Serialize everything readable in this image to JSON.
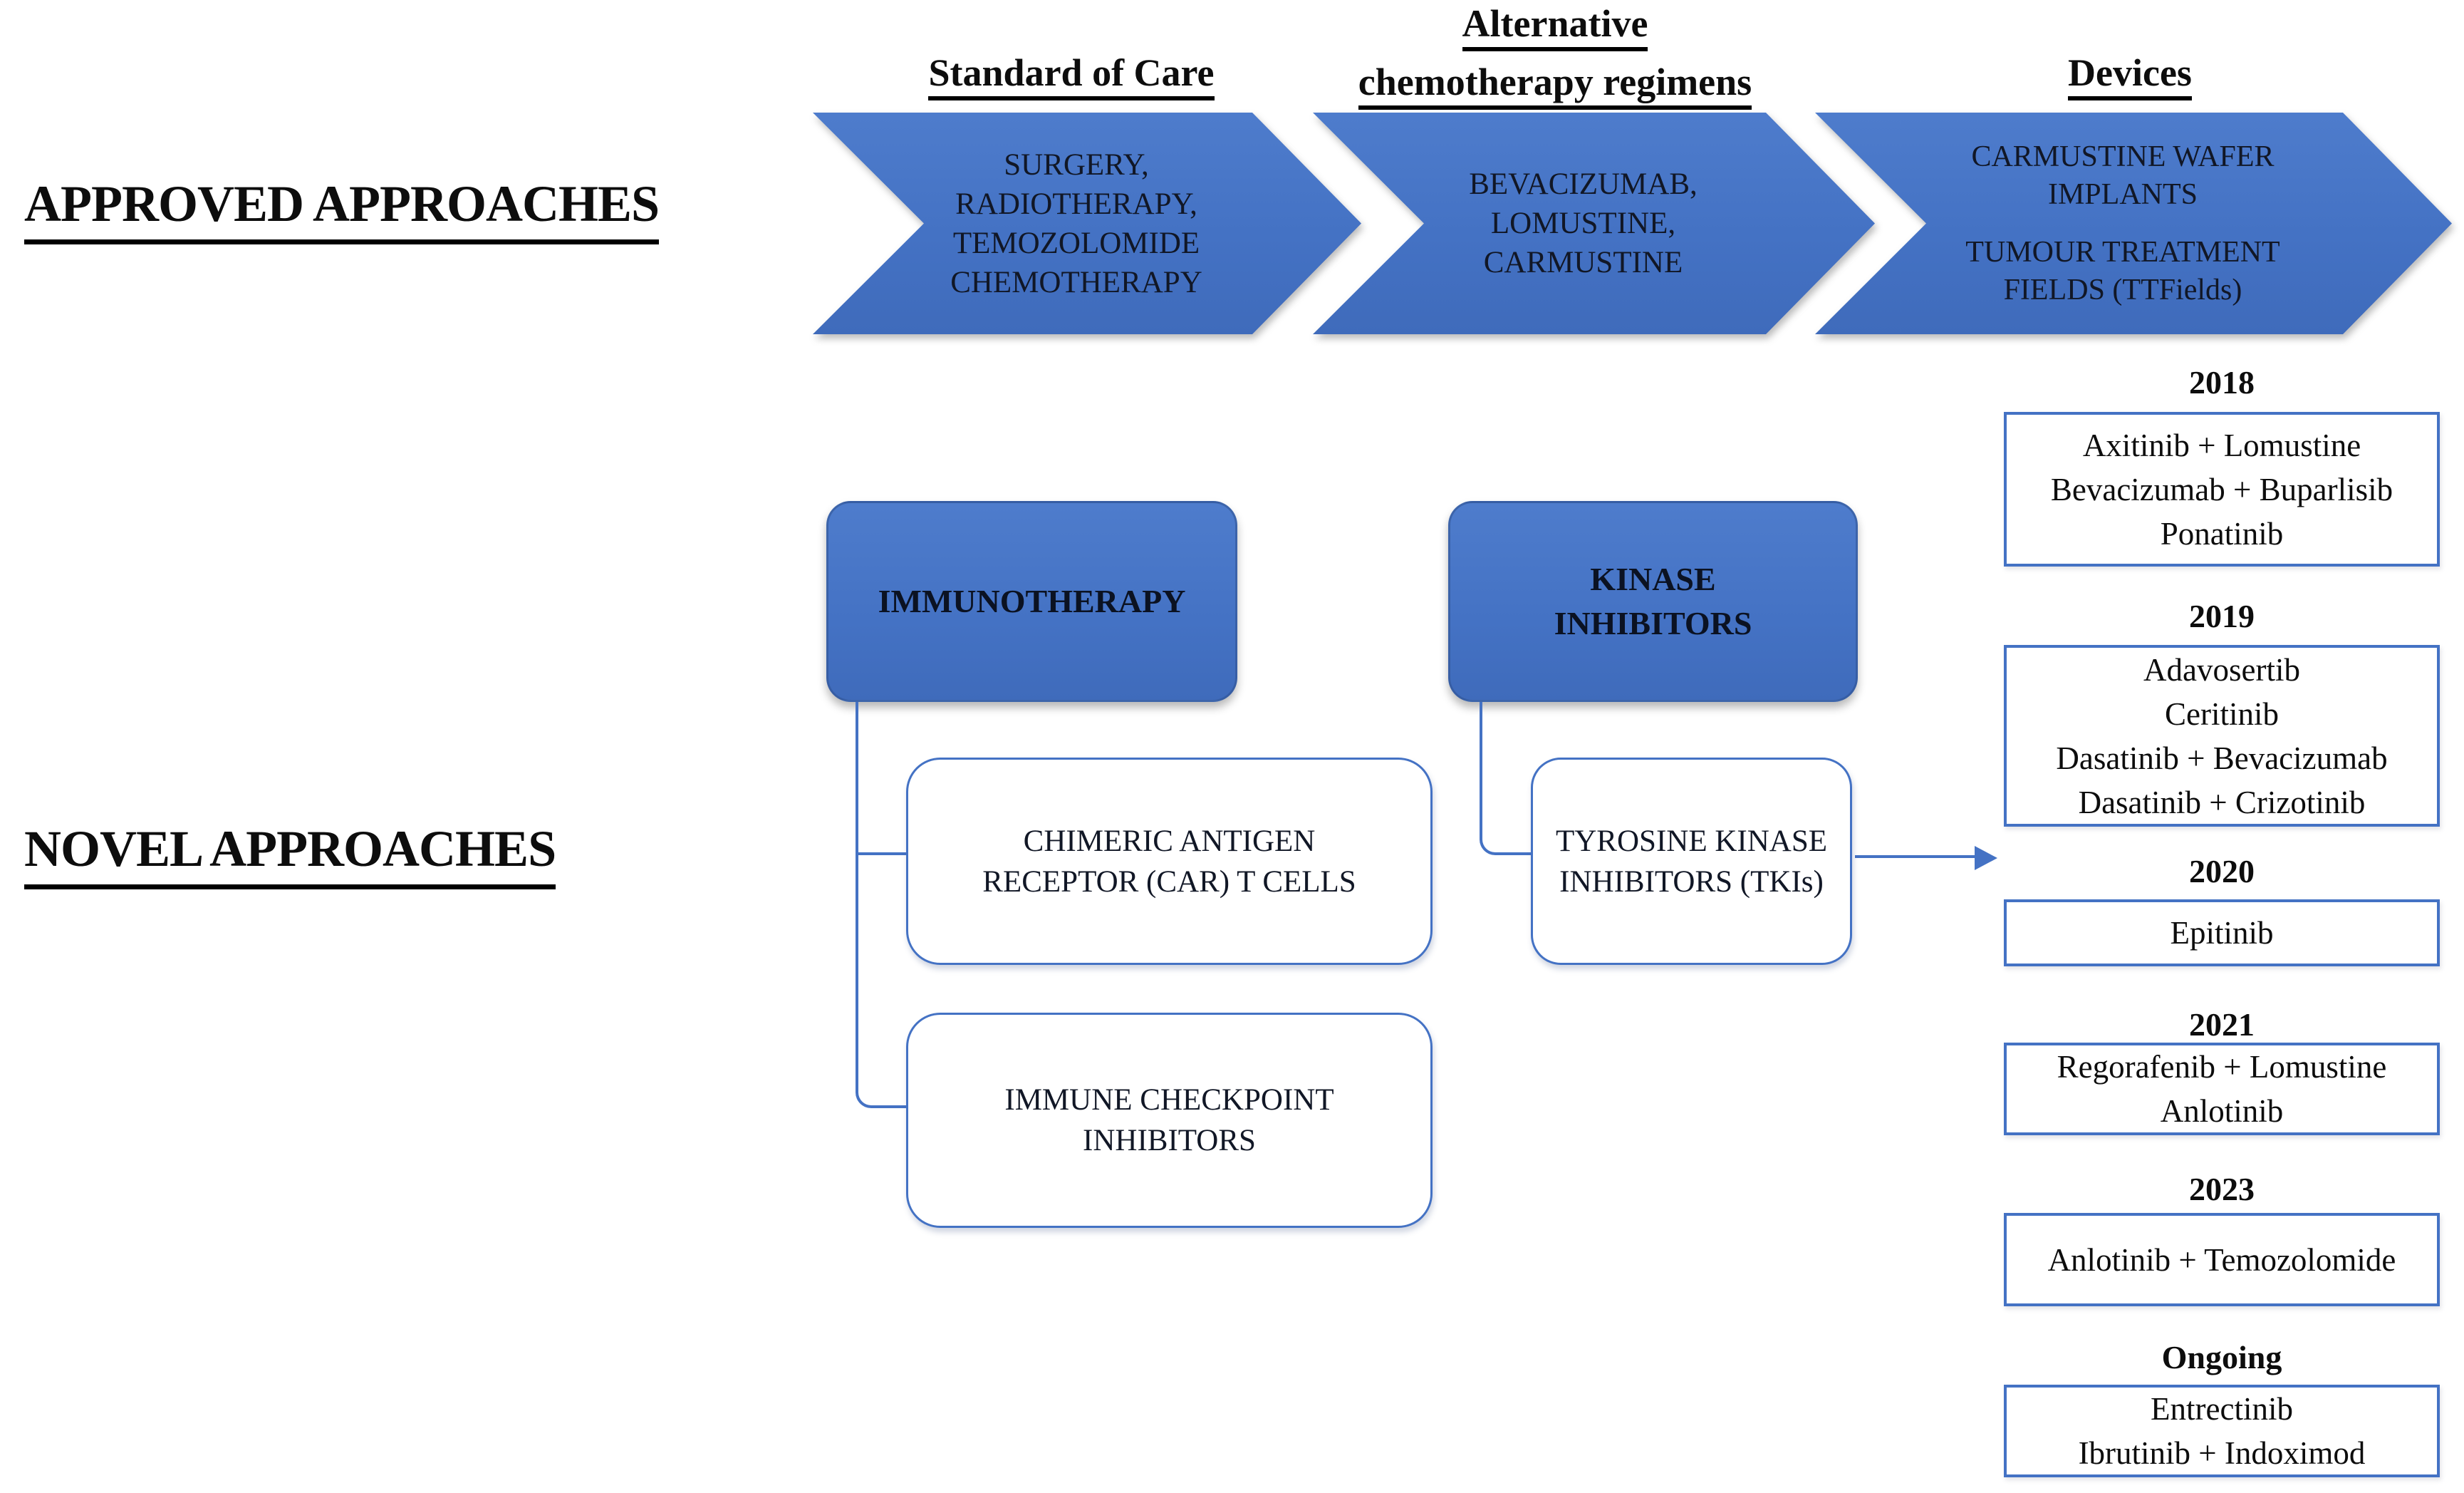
{
  "colors": {
    "arrow_blue": "#4472C4",
    "border_blue": "#2F528F",
    "text": "#0d0d0d"
  },
  "sections": {
    "approved": {
      "label": "APPROVED APPROACHES"
    },
    "novel": {
      "label": "NOVEL APPROACHES"
    }
  },
  "approved_columns": [
    {
      "header_lines": [
        "Standard of Care"
      ],
      "arrow_lines": [
        "SURGERY,",
        "RADIOTHERAPY,",
        "TEMOZOLOMIDE",
        "CHEMOTHERAPY"
      ]
    },
    {
      "header_lines": [
        "Alternative",
        "chemotherapy regimens"
      ],
      "arrow_lines": [
        "BEVACIZUMAB,",
        "LOMUSTINE,",
        "CARMUSTINE"
      ]
    },
    {
      "header_lines": [
        "Devices"
      ],
      "arrow_groups": [
        {
          "lines": [
            "CARMUSTINE WAFER",
            "IMPLANTS"
          ]
        },
        {
          "lines": [
            "TUMOUR TREATMENT",
            "FIELDS (TTFields)"
          ]
        }
      ]
    }
  ],
  "novel_tracks": [
    {
      "label_lines": [
        "IMMUNOTHERAPY"
      ],
      "children": [
        {
          "label_lines": [
            "CHIMERIC ANTIGEN",
            "RECEPTOR (CAR) T CELLS"
          ]
        },
        {
          "label_lines": [
            "IMMUNE CHECKPOINT",
            "INHIBITORS"
          ]
        }
      ]
    },
    {
      "label_lines": [
        "KINASE",
        "INHIBITORS"
      ],
      "children": [
        {
          "label_lines": [
            "TYROSINE KINASE",
            "INHIBITORS (TKIs)"
          ]
        }
      ]
    }
  ],
  "timeline": [
    {
      "year": "2018",
      "items": [
        "Axitinib + Lomustine",
        "Bevacizumab + Buparlisib",
        "Ponatinib"
      ]
    },
    {
      "year": "2019",
      "items": [
        "Adavosertib",
        "Ceritinib",
        "Dasatinib + Bevacizumab",
        "Dasatinib + Crizotinib"
      ]
    },
    {
      "year": "2020",
      "items": [
        "Epitinib"
      ]
    },
    {
      "year": "2021",
      "items": [
        "Regorafenib + Lomustine",
        "Anlotinib"
      ]
    },
    {
      "year": "2023",
      "items": [
        "Anlotinib + Temozolomide"
      ]
    },
    {
      "year": "Ongoing",
      "items": [
        "Entrectinib",
        "Ibrutinib + Indoximod"
      ]
    }
  ]
}
